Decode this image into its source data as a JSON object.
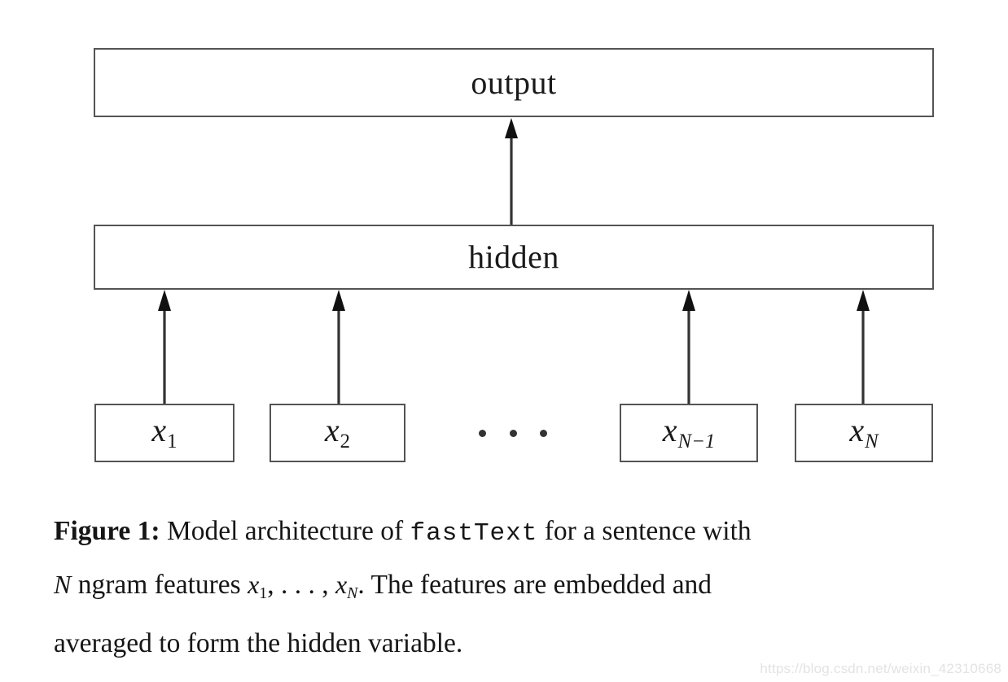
{
  "figure": {
    "type": "neural-network-architecture-diagram",
    "layers": {
      "output": {
        "label": "output"
      },
      "hidden": {
        "label": "hidden"
      }
    },
    "inputs": [
      {
        "base": "x",
        "sub": "1",
        "name": "input-node-x1"
      },
      {
        "base": "x",
        "sub": "2",
        "name": "input-node-x2"
      },
      {
        "base": "x",
        "sub": "N−1",
        "name": "input-node-xn-minus-1"
      },
      {
        "base": "x",
        "sub": "N",
        "name": "input-node-xn"
      }
    ],
    "ellipsis": "· · ·",
    "edges": {
      "hidden_to_output": 1,
      "inputs_to_hidden": 4,
      "direction": "upward"
    },
    "colors": {
      "box_border": "#545454",
      "arrow": "#333333",
      "text": "#161616",
      "background": "#ffffff",
      "watermark": "#e3e3e3"
    }
  },
  "caption": {
    "label": "Figure 1:",
    "line1_before_mono": " Model architecture of ",
    "mono_term": "fastText",
    "line1_after_mono": " for a sentence with",
    "line2_a": " ngram features ",
    "line2_b": ", . . . , ",
    "line2_c": ". The features are embedded and",
    "line3": "averaged to form the hidden variable.",
    "math": {
      "N": "N",
      "x": "x",
      "sub1": "1",
      "subN": "N"
    },
    "full_text": "Figure 1: Model architecture of fastText for a sentence with N ngram features x1, . . . , xN. The features are embedded and averaged to form the hidden variable."
  },
  "watermark": {
    "text": "https://blog.csdn.net/weixin_42310668"
  }
}
